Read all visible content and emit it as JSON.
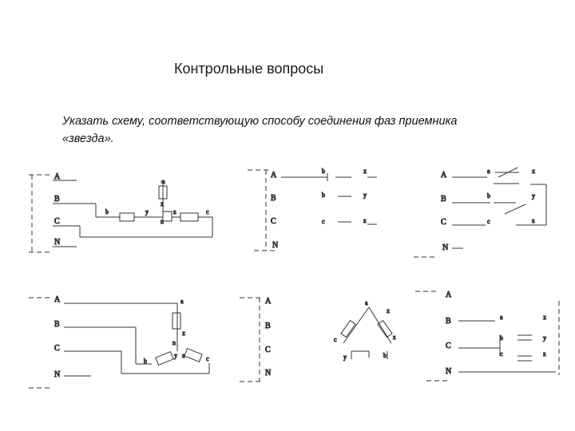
{
  "slide": {
    "title": "Контрольные вопросы",
    "task_line1": "Указать схему, соответствующую способу соединения фаз приемника",
    "task_line2": "«звезда»."
  },
  "diagram1": {
    "supply_labels": [
      "A",
      "B",
      "C",
      "N"
    ],
    "terminal_labels": [
      "a",
      "x",
      "b",
      "y",
      "n",
      "z",
      "c"
    ]
  },
  "diagram2": {
    "supply_labels": [
      "A",
      "B",
      "C",
      "N"
    ],
    "terminal_labels": [
      "b",
      "x",
      "b",
      "y",
      "c",
      "z"
    ]
  },
  "diagram3": {
    "supply_labels": [
      "A",
      "B",
      "C",
      "N"
    ],
    "terminal_labels": [
      "a",
      "x",
      "b",
      "y",
      "c",
      "z"
    ]
  },
  "diagram4": {
    "supply_labels": [
      "A",
      "B",
      "C",
      "N"
    ],
    "terminal_labels": [
      "a",
      "x",
      "n",
      "y",
      "z",
      "b",
      "c"
    ]
  },
  "diagram5": {
    "supply_labels": [
      "A",
      "B",
      "C",
      "N"
    ]
  },
  "diagram6": {
    "terminal_labels": [
      "a",
      "x",
      "y",
      "z",
      "b",
      "c"
    ]
  },
  "diagram7": {
    "supply_labels": [
      "A",
      "B",
      "C",
      "N"
    ],
    "terminal_labels": [
      "a",
      "x",
      "b",
      "y",
      "c",
      "z"
    ]
  }
}
